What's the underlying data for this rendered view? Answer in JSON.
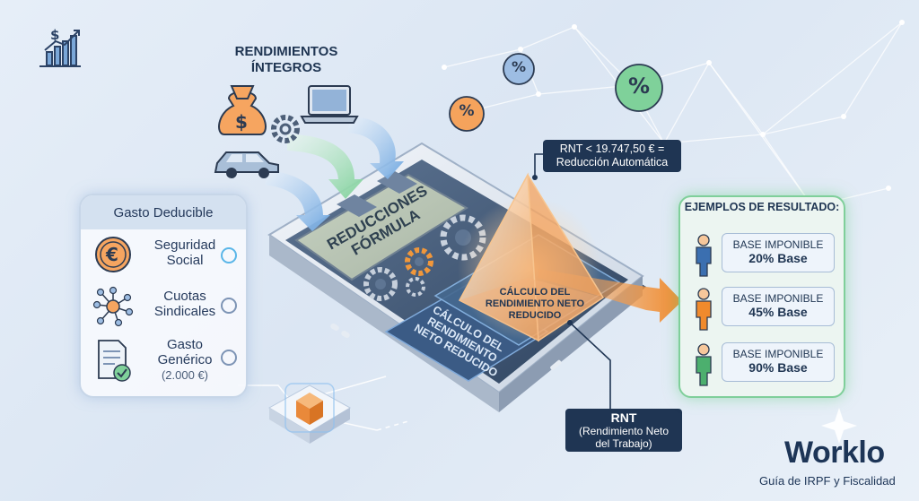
{
  "sources": {
    "title_line1": "RENDIMIENTOS",
    "title_line2": "ÍNTEGROS"
  },
  "deductions": {
    "title": "Gasto Deducible",
    "items": [
      {
        "label_line1": "Seguridad",
        "label_line2": "Social",
        "icon": "euro-coin-icon"
      },
      {
        "label_line1": "Cuotas",
        "label_line2": "Sindicales",
        "icon": "network-icon"
      },
      {
        "label_line1": "Gasto",
        "label_line2": "Genérico",
        "sub": "(2.000 €)",
        "icon": "document-check-icon"
      }
    ]
  },
  "calculator": {
    "screen_line1": "REDUCCIONES",
    "screen_line2": "FÓRMULA",
    "panel_line1": "CÁLCULO DEL",
    "panel_line2": "RENDIMIENTO",
    "panel_line3": "NETO REDUCIDO"
  },
  "prism": {
    "line1": "CÁLCULO DEL",
    "line2": "RENDIMIENTO NETO",
    "line3": "REDUCIDO"
  },
  "callout_top": {
    "line1": "RNT < 19.747,50 € =",
    "line2": "Reducción Automática"
  },
  "callout_bottom": {
    "title": "RNT",
    "line1": "(Rendimiento Neto",
    "line2": "del Trabajo)"
  },
  "results": {
    "title": "EJEMPLOS DE RESULTADO:",
    "items": [
      {
        "label": "BASE IMPONIBLE",
        "value": "20% Base",
        "color": "#3b6fb0"
      },
      {
        "label": "BASE IMPONIBLE",
        "value": "45% Base",
        "color": "#f08a2c"
      },
      {
        "label": "BASE IMPONIBLE",
        "value": "90% Base",
        "color": "#4caf6e"
      }
    ]
  },
  "percent_badges": [
    "%",
    "%",
    "%"
  ],
  "brand": {
    "name": "Worklo",
    "tagline": "Guía de IRPF y Fiscalidad"
  },
  "colors": {
    "navy": "#1f3553",
    "accent_orange": "#f08a2c",
    "accent_green": "#4caf6e",
    "accent_blue": "#3b6fb0"
  }
}
